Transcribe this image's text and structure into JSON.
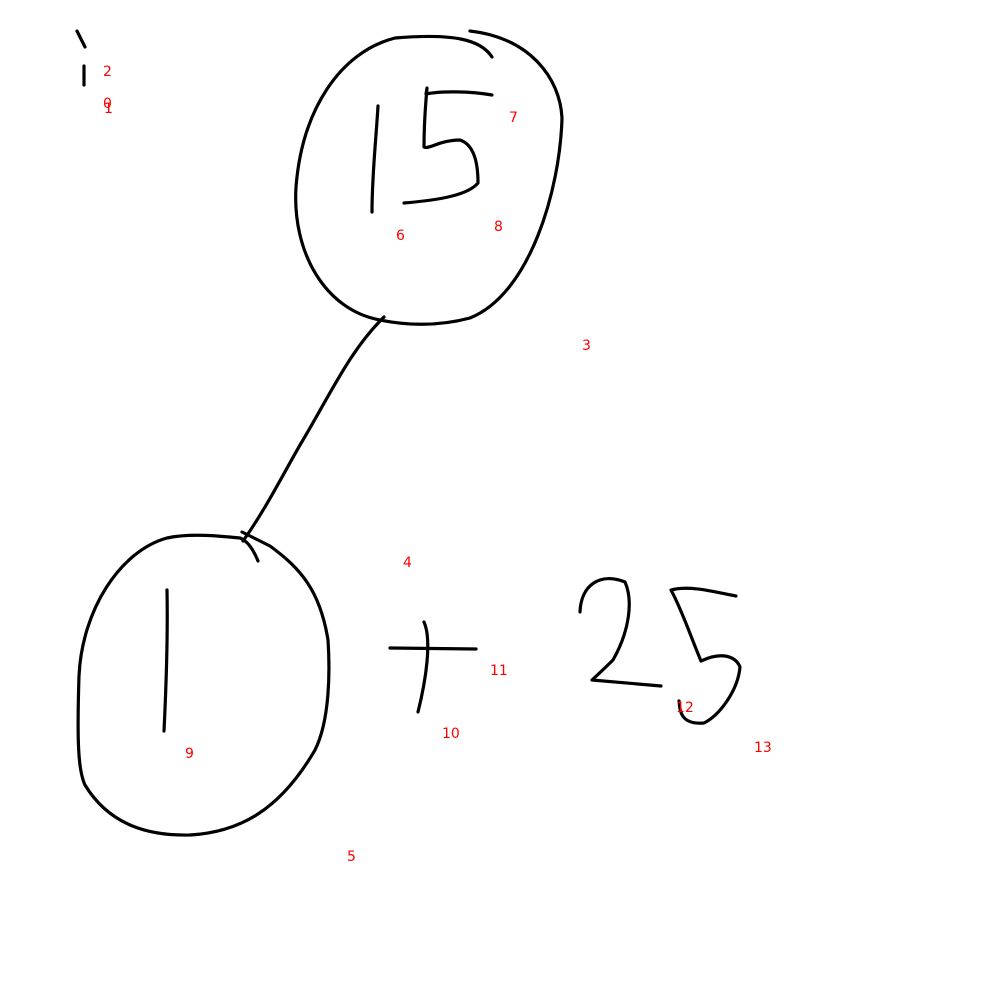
{
  "canvas": {
    "background_color": "#ffffff",
    "ink_color": "#000000",
    "label_color": "#ff0000"
  },
  "stroke_labels": [
    "0",
    "1",
    "2",
    "3",
    "4",
    "5",
    "6",
    "7",
    "8",
    "9",
    "10",
    "11",
    "12",
    "13"
  ]
}
